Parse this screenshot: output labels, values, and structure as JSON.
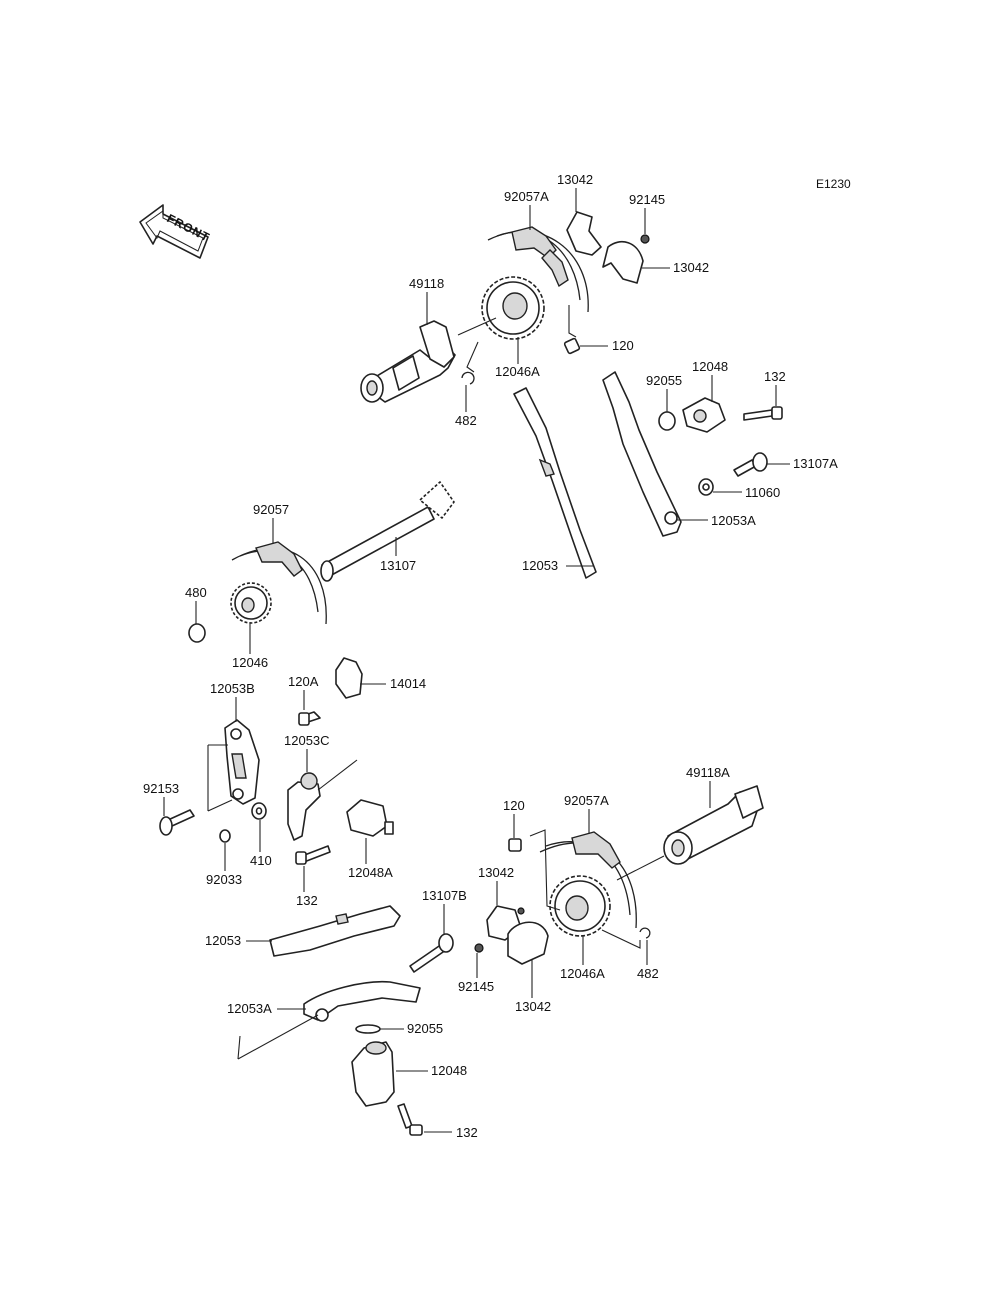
{
  "diagram_code": "E1230",
  "front_label": "FRONT",
  "callouts": {
    "c92057A_top": "92057A",
    "c13042_top": "13042",
    "c92145_top": "92145",
    "c13042_right": "13042",
    "c49118": "49118",
    "c120_top": "120",
    "c12046A_top": "12046A",
    "c482_top": "482",
    "c92055_top": "92055",
    "c12048_top": "12048",
    "c132_top": "132",
    "c13107A": "13107A",
    "c11060": "11060",
    "c12053A_top": "12053A",
    "c12053_top": "12053",
    "c92057": "92057",
    "c13107": "13107",
    "c480": "480",
    "c12046": "12046",
    "c120A": "120A",
    "c14014": "14014",
    "c12053B": "12053B",
    "c12053C": "12053C",
    "c92153": "92153",
    "c410": "410",
    "c92033": "92033",
    "c132_mid": "132",
    "c12048A": "12048A",
    "c120_bottom": "120",
    "c92057A_bottom": "92057A",
    "c49118A": "49118A",
    "c13107B": "13107B",
    "c13042_bottom_left": "13042",
    "c12053_bottom": "12053",
    "c92145_bottom": "92145",
    "c13042_bottom": "13042",
    "c12046A_bottom": "12046A",
    "c482_bottom": "482",
    "c12053A_bottom": "12053A",
    "c92055_bottom": "92055",
    "c12048_bottom": "12048",
    "c132_bottom": "132"
  }
}
